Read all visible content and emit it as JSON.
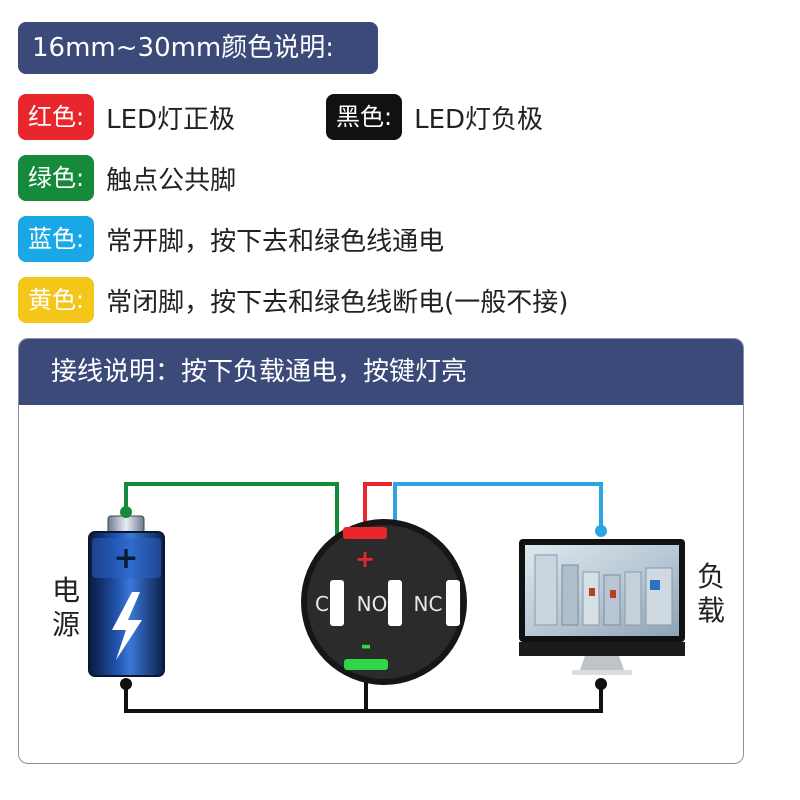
{
  "title": "16mm~30mm颜色说明:",
  "legend": [
    {
      "chip": "红色:",
      "desc": "LED灯正极",
      "color": "#e8262b"
    },
    {
      "chip": "黑色:",
      "desc": "LED灯负极",
      "color": "#111111"
    },
    {
      "chip": "绿色:",
      "desc": "触点公共脚",
      "color": "#148a3a"
    },
    {
      "chip": "蓝色:",
      "desc": "常开脚，按下去和绿色线通电",
      "color": "#1aa7e6"
    },
    {
      "chip": "黄色:",
      "desc": "常闭脚，按下去和绿色线断电(一般不接)",
      "color": "#f4c619"
    }
  ],
  "panel": {
    "header": "接线说明：按下负载通电，按键灯亮"
  },
  "diagram": {
    "power_label_1": "电",
    "power_label_2": "源",
    "load_label_1": "负",
    "load_label_2": "载",
    "pin_c": "C",
    "pin_no": "NO",
    "pin_nc": "NC",
    "plus": "+",
    "minus": "-",
    "wire_colors": {
      "green": "#148a3a",
      "red": "#e8262b",
      "blue": "#2aa5e2",
      "black": "#111111"
    }
  }
}
